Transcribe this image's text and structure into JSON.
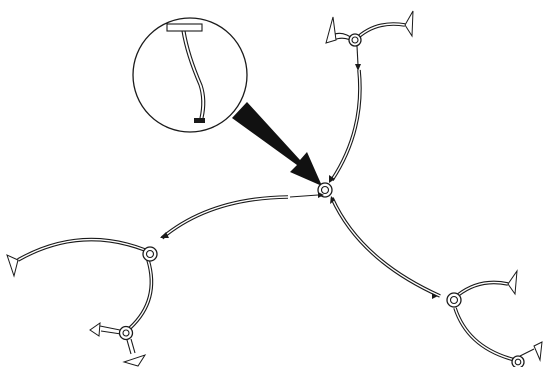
{
  "diagram": {
    "colors": {
      "stroke": "#1a1a1a",
      "background": "#ffffff",
      "callout_arrow": "#111111"
    },
    "elements": [
      "zoom-lens",
      "callout-arrow",
      "central-node",
      "upper-right-branch",
      "left-branch",
      "lower-right-branch"
    ]
  }
}
